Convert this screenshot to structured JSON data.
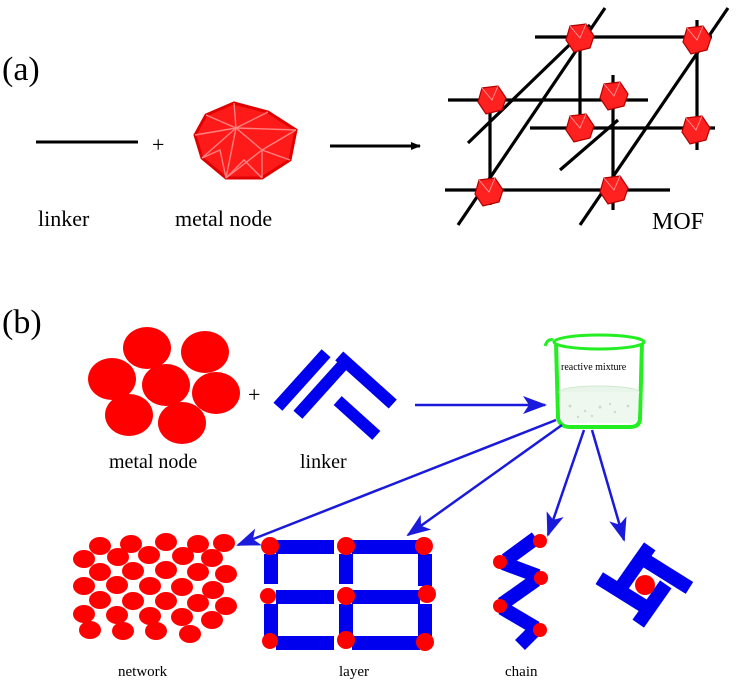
{
  "panel_a": {
    "label": "(a)",
    "plus": "+",
    "linker_label": "linker",
    "metal_node_label": "metal node",
    "mof_label": "MOF"
  },
  "panel_b": {
    "label": "(b)",
    "plus": "+",
    "metal_node_label": "metal node",
    "linker_label": "linker",
    "beaker_label": "reactive mixture",
    "network_label": "network",
    "layer_label": "layer",
    "chain_label": "chain"
  },
  "colors": {
    "node_red": "#ff0000",
    "node_dark_red": "#cc0000",
    "linker_blue": "#0000ee",
    "arrow_blue": "#1a1adc",
    "beaker_green": "#22ee22",
    "line_black": "#000000"
  }
}
